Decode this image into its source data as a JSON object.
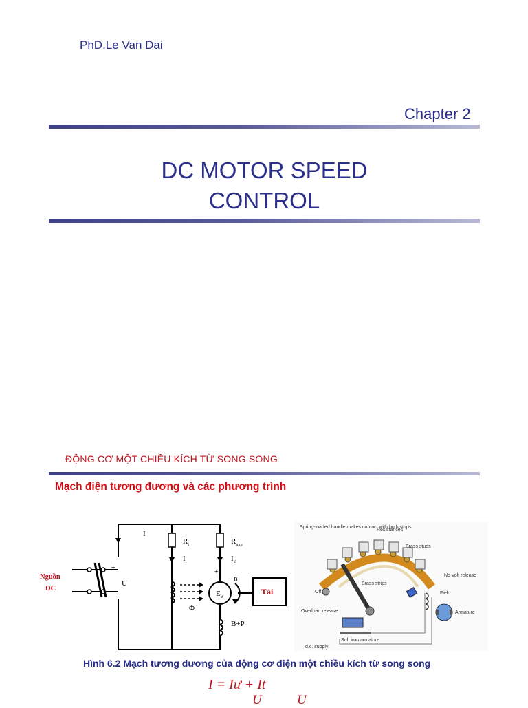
{
  "header": {
    "author": "PhD.Le Van Dai",
    "chapter": "Chapter 2"
  },
  "title": {
    "line1": "DC MOTOR SPEED",
    "line2": "CONTROL"
  },
  "section": {
    "heading": "ĐỘNG CƠ MỘT CHIỀU KÍCH TỪ SONG SONG",
    "subheading": "Mạch điện tương đương và các phương trình"
  },
  "circuit": {
    "source_line1": "Nguồn",
    "source_line2": "DC",
    "plus": "+",
    "plus2": "+",
    "voltage": "U",
    "current": "I",
    "field_resistor": "R",
    "field_resistor_sub": "t",
    "field_current": "I",
    "field_current_sub": "t",
    "armature_resistor": "R",
    "armature_resistor_sub": "mm",
    "armature_current": "I",
    "armature_current_sub": "ư",
    "emf": "E",
    "emf_sub": "ư",
    "speed": "n",
    "flux": "Φ",
    "brush": "B+P",
    "load": "Tải"
  },
  "photo_labels": {
    "handle": "Spring-loaded handle makes contact with both strips",
    "resistances": "Resistances",
    "brass_studs": "Brass studs",
    "brass_strips": "Brass strips",
    "no_volt": "No-volt release",
    "off": "Off",
    "field": "Field",
    "armature": "Armature",
    "overload": "Overload release",
    "soft_iron": "Soft iron armature",
    "supply": "d.c. supply"
  },
  "caption": "Hình 6.2  Mạch tương dương của động cơ điện một chiều kích từ  song song",
  "equations": {
    "eq1": "I = Iư + It",
    "eq2": "U",
    "eq3": "U"
  }
}
